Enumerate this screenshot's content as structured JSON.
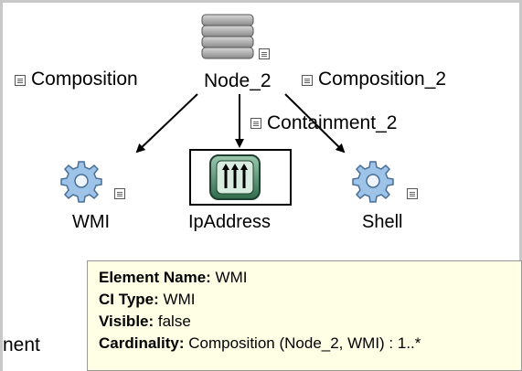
{
  "diagram": {
    "nodes": {
      "node2": {
        "label": "Node_2",
        "icon": "server-stack-icon"
      },
      "wmi": {
        "label": "WMI",
        "icon": "gear-icon"
      },
      "ipaddress": {
        "label": "IpAddress",
        "icon": "ip-address-icon"
      },
      "shell": {
        "label": "Shell",
        "icon": "gear-icon"
      }
    },
    "edges": {
      "composition": "Composition",
      "composition2": "Composition_2",
      "containment2": "Containment_2"
    },
    "partial_label": "nent"
  },
  "tooltip": {
    "element_name_key": "Element Name:",
    "element_name_val": " WMI",
    "ci_type_key": "CI Type:",
    "ci_type_val": " WMI",
    "visible_key": "Visible:",
    "visible_val": " false",
    "cardinality_key": "Cardinality:",
    "cardinality_val": " Composition (Node_2, WMI) : 1..*"
  },
  "colors": {
    "tooltip_bg": "#ffffe6",
    "gear": "#9ec3e8",
    "ip_icon": "#4e8a6c"
  }
}
